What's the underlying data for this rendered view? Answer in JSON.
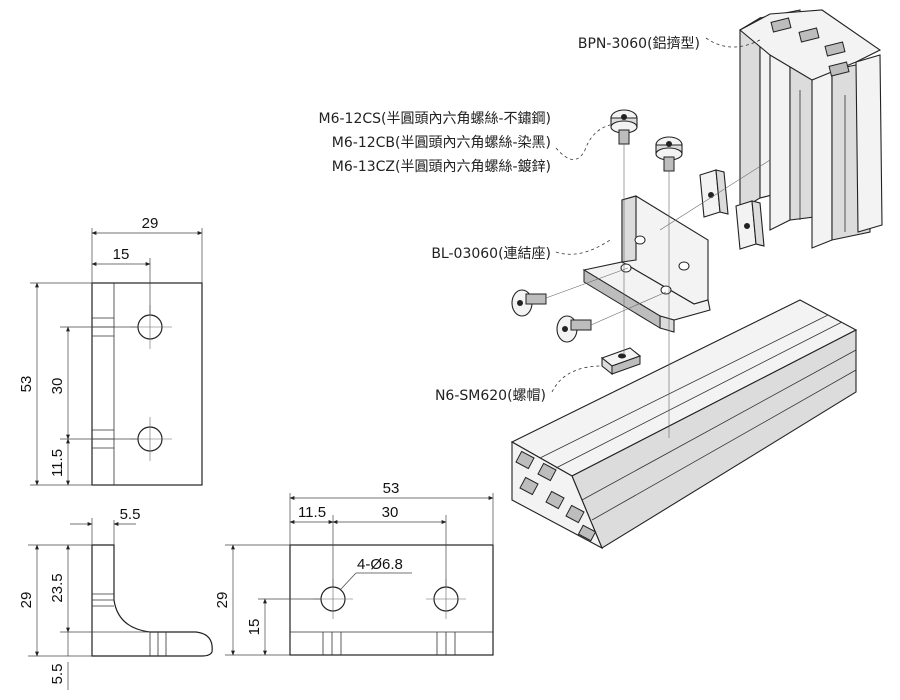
{
  "labels": {
    "profile": "BPN-3060(鋁擠型)",
    "screw_cs": "M6-12CS(半圓頭內六角螺絲-不鏽鋼)",
    "screw_cb": "M6-12CB(半圓頭內六角螺絲-染黑)",
    "screw_cz": "M6-13CZ(半圓頭內六角螺絲-鍍鋅)",
    "bracket": "BL-03060(連結座)",
    "nut": "N6-SM620(螺帽)"
  },
  "front_view": {
    "width": "29",
    "hole_offset": "15",
    "height": "53",
    "hole_spacing": "30",
    "bottom_offset": "11.5"
  },
  "side_view": {
    "thickness": "5.5",
    "height": "29",
    "leg": "23.5",
    "base_thickness": "5.5"
  },
  "bottom_view": {
    "length": "53",
    "edge_offset": "11.5",
    "hole_spacing": "30",
    "hole_callout": "4-Ø6.8",
    "height": "29",
    "hole_height": "15"
  }
}
